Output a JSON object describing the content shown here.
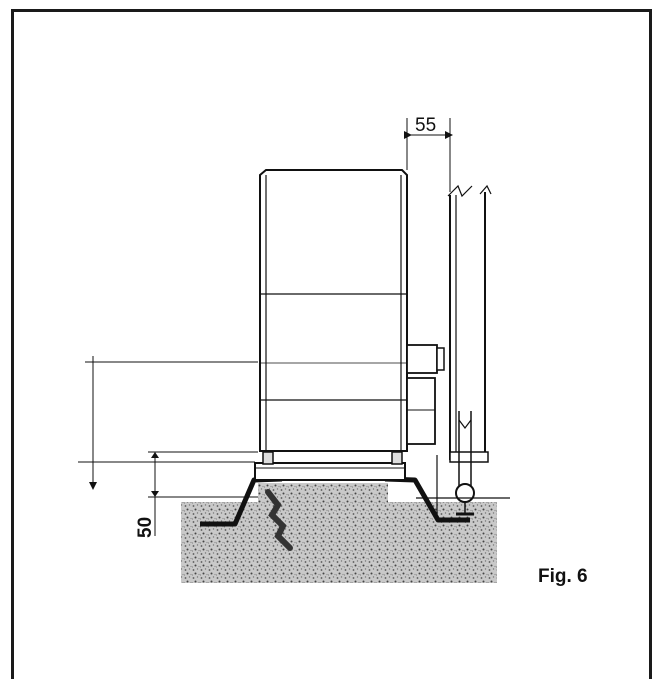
{
  "figure": {
    "label": "Fig. 6"
  },
  "dimensions": {
    "wall_offset": "55",
    "base_height": "50"
  },
  "colors": {
    "line": "#111111",
    "frame": "#1a1a1a",
    "ground": "#b8b8b8",
    "background": "#ffffff"
  }
}
